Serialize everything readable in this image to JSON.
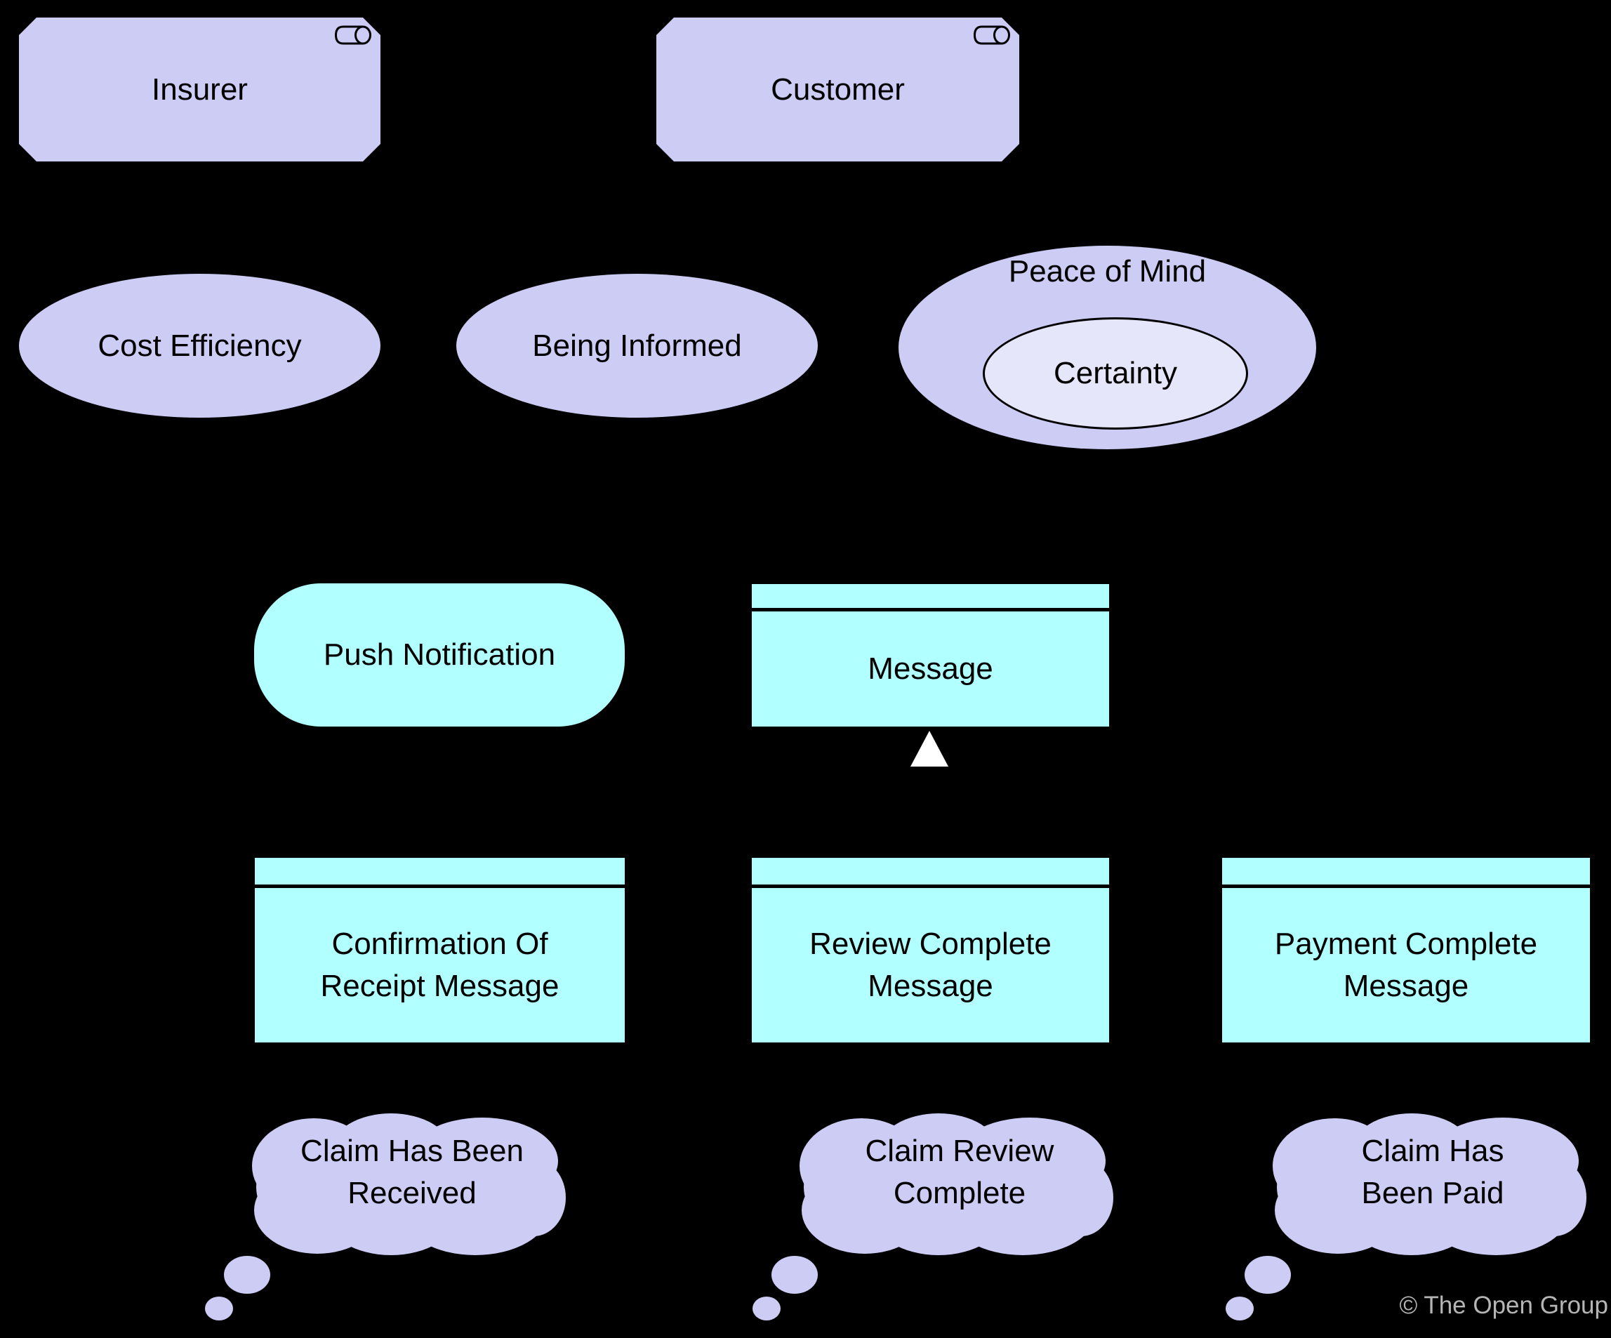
{
  "colors": {
    "background": "#000000",
    "actor_fill": "#ccccf4",
    "goal_fill": "#ccccf4",
    "certainty_fill": "#e6e6fa",
    "cyan_fill": "#b2ffff",
    "cloud_fill": "#ccccf4",
    "outline": "#000000",
    "arrow_fill": "#ffffff",
    "copyright_color": "#b5b5b5"
  },
  "actors": [
    {
      "label": "Insurer",
      "icon": "role-cylinder-icon"
    },
    {
      "label": "Customer",
      "icon": "role-cylinder-icon"
    }
  ],
  "goals": [
    {
      "label": "Cost Efficiency"
    },
    {
      "label": "Being Informed"
    },
    {
      "label": "Peace of Mind",
      "nested": {
        "label": "Certainty"
      }
    }
  ],
  "application_service": {
    "label": "Push Notification"
  },
  "business_object": {
    "label": "Message"
  },
  "relationship": {
    "type": "generalization",
    "icon": "white-triangle-up"
  },
  "message_objects": [
    {
      "line1": "Confirmation Of",
      "line2": "Receipt Message"
    },
    {
      "line1": "Review Complete",
      "line2": "Message"
    },
    {
      "line1": "Payment Complete",
      "line2": "Message"
    }
  ],
  "thought_clouds": [
    {
      "line1": "Claim Has Been",
      "line2": "Received"
    },
    {
      "line1": "Claim Review",
      "line2": "Complete"
    },
    {
      "line1": "Claim Has",
      "line2": "Been Paid"
    }
  ],
  "footer": {
    "copyright": "© The Open Group"
  }
}
